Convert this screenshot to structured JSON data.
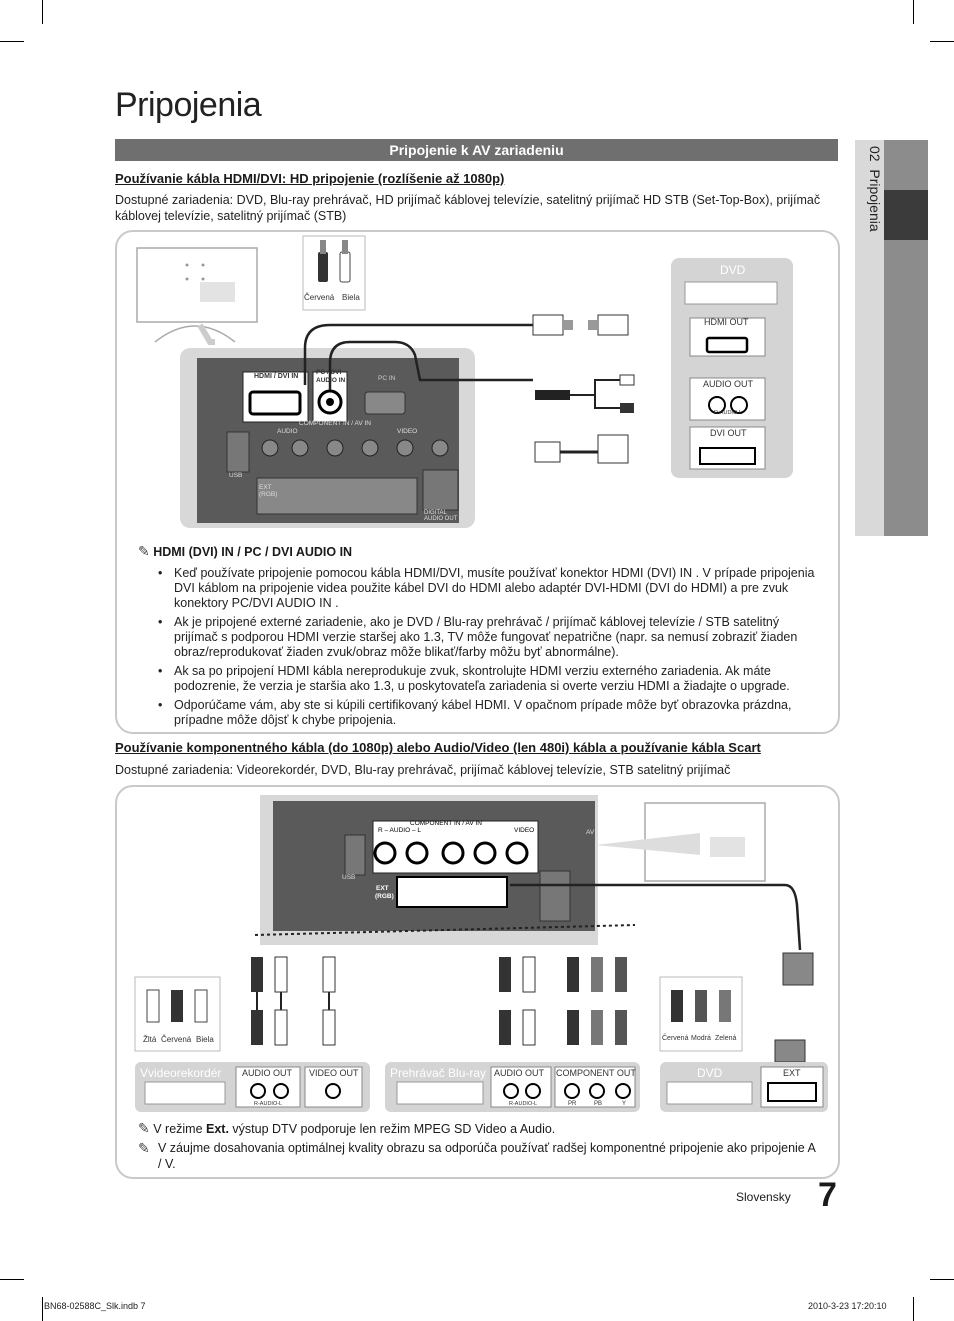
{
  "page": {
    "title": "Pripojenia",
    "section_bar": "Pripojenie k AV zariadeniu",
    "side_tab_number": "02",
    "side_tab_label": "Pripojenia",
    "page_number": "7",
    "language": "Slovensky",
    "footer_file": "BN68-02588C_Slk.indb   7",
    "footer_date": "2010-3-23   17:20:10"
  },
  "hdmi": {
    "heading": "Používanie kábla HDMI/DVI: HD pripojenie (rozlíšenie až 1080p)",
    "devices": "Dostupné zariadenia: DVD, Blu-ray prehrávač, HD prijímač káblovej televízie, satelitný prijímač HD STB (Set-Top-Box), prijímač káblovej televízie, satelitný prijímač (STB)",
    "diagram": {
      "cable_red": "Červená",
      "cable_white": "Biela",
      "port_hdmi": "HDMI / DVI IN",
      "port_pc_audio_1": "PC / DVI",
      "port_pc_audio_2": "AUDIO IN",
      "port_pc": "PC IN",
      "port_component": "COMPONENT IN / AV IN",
      "port_audio": "AUDIO",
      "port_video": "VIDEO",
      "port_usb": "USB",
      "port_ext": "EXT (RGB)",
      "port_digital": "DIGITAL AUDIO OUT",
      "dvd_label": "DVD",
      "dvd_hdmi_out": "HDMI OUT",
      "dvd_audio_out": "AUDIO OUT",
      "dvd_audio_sub": "R-AUDIO-L",
      "dvd_dvi_out": "DVI OUT"
    },
    "note_title": "HDMI (DVI) IN / PC / DVI AUDIO IN",
    "bullets": [
      "Keď používate pripojenie pomocou kábla HDMI/DVI, musíte používať konektor HDMI (DVI) IN . V prípade pripojenia DVI káblom na pripojenie videa použite kábel DVI do HDMI alebo adaptér DVI-HDMI (DVI do HDMI) a pre zvuk konektory PC/DVI AUDIO IN .",
      "Ak je pripojené externé zariadenie, ako je DVD / Blu-ray prehrávač / prijímač káblovej televízie / STB satelitný prijímač s podporou HDMI verzie staršej ako 1.3, TV môže fungovať nepatrične (napr. sa nemusí zobraziť žiaden obraz/reprodukovať žiaden zvuk/obraz môže blikať/farby môžu byť abnormálne).",
      "Ak sa po pripojení HDMI kábla nereprodukuje zvuk, skontrolujte HDMI verziu externého zariadenia. Ak máte podozrenie, že verzia je staršia ako 1.3, u poskytovateľa zariadenia si overte verziu HDMI a žiadajte o upgrade.",
      "Odporúčame vám, aby ste si kúpili certifikovaný kábel HDMI. V opačnom prípade môže byť obrazovka prázdna, prípadne môže dôjsť k chybe pripojenia."
    ]
  },
  "component": {
    "heading": "Používanie komponentného kábla (do 1080p) alebo Audio/Video (len 480i) kábla a používanie kábla Scart",
    "devices": "Dostupné zariadenia: Videorekordér, DVD, Blu-ray prehrávač, prijímač káblovej televízie, STB satelitný prijímač",
    "diagram": {
      "port_component": "COMPONENT IN / AV IN",
      "port_audio": "R – AUDIO – L",
      "port_video": "VIDEO",
      "port_usb": "USB",
      "port_ext_1": "EXT",
      "port_ext_2": "(RGB)",
      "port_av": "AV",
      "cable_labels_left": [
        "Žltá",
        "Červená",
        "Biela"
      ],
      "cable_labels_right": [
        "Červená",
        "Modrá",
        "Zelená"
      ],
      "vcr_label": "Vvideorekordér",
      "vcr_audio_out": "AUDIO OUT",
      "vcr_video_out": "VIDEO OUT",
      "vcr_audio_sub": "R-AUDIO-L",
      "bluray_label": "Prehrávač Blu-ray",
      "bluray_audio_out": "AUDIO OUT",
      "bluray_component_out": "COMPONENT OUT",
      "bluray_audio_sub": "R-AUDIO-L",
      "bluray_pr": "PR",
      "bluray_pb": "PB",
      "bluray_y": "Y",
      "dvd_label": "DVD",
      "dvd_ext": "EXT"
    },
    "note1_a": "V režime ",
    "note1_b": "Ext.",
    "note1_c": " výstup DTV podporuje len režim MPEG SD Video a Audio.",
    "note2": "V záujme dosahovania optimálnej kvality obrazu sa odporúča používať radšej komponentné pripojenie ako pripojenie A / V."
  },
  "colors": {
    "bar": "#6f6f6f",
    "panel": "#d4d4d4",
    "box_border": "#c9c9c9",
    "side_dark": "#3b3b3b"
  }
}
